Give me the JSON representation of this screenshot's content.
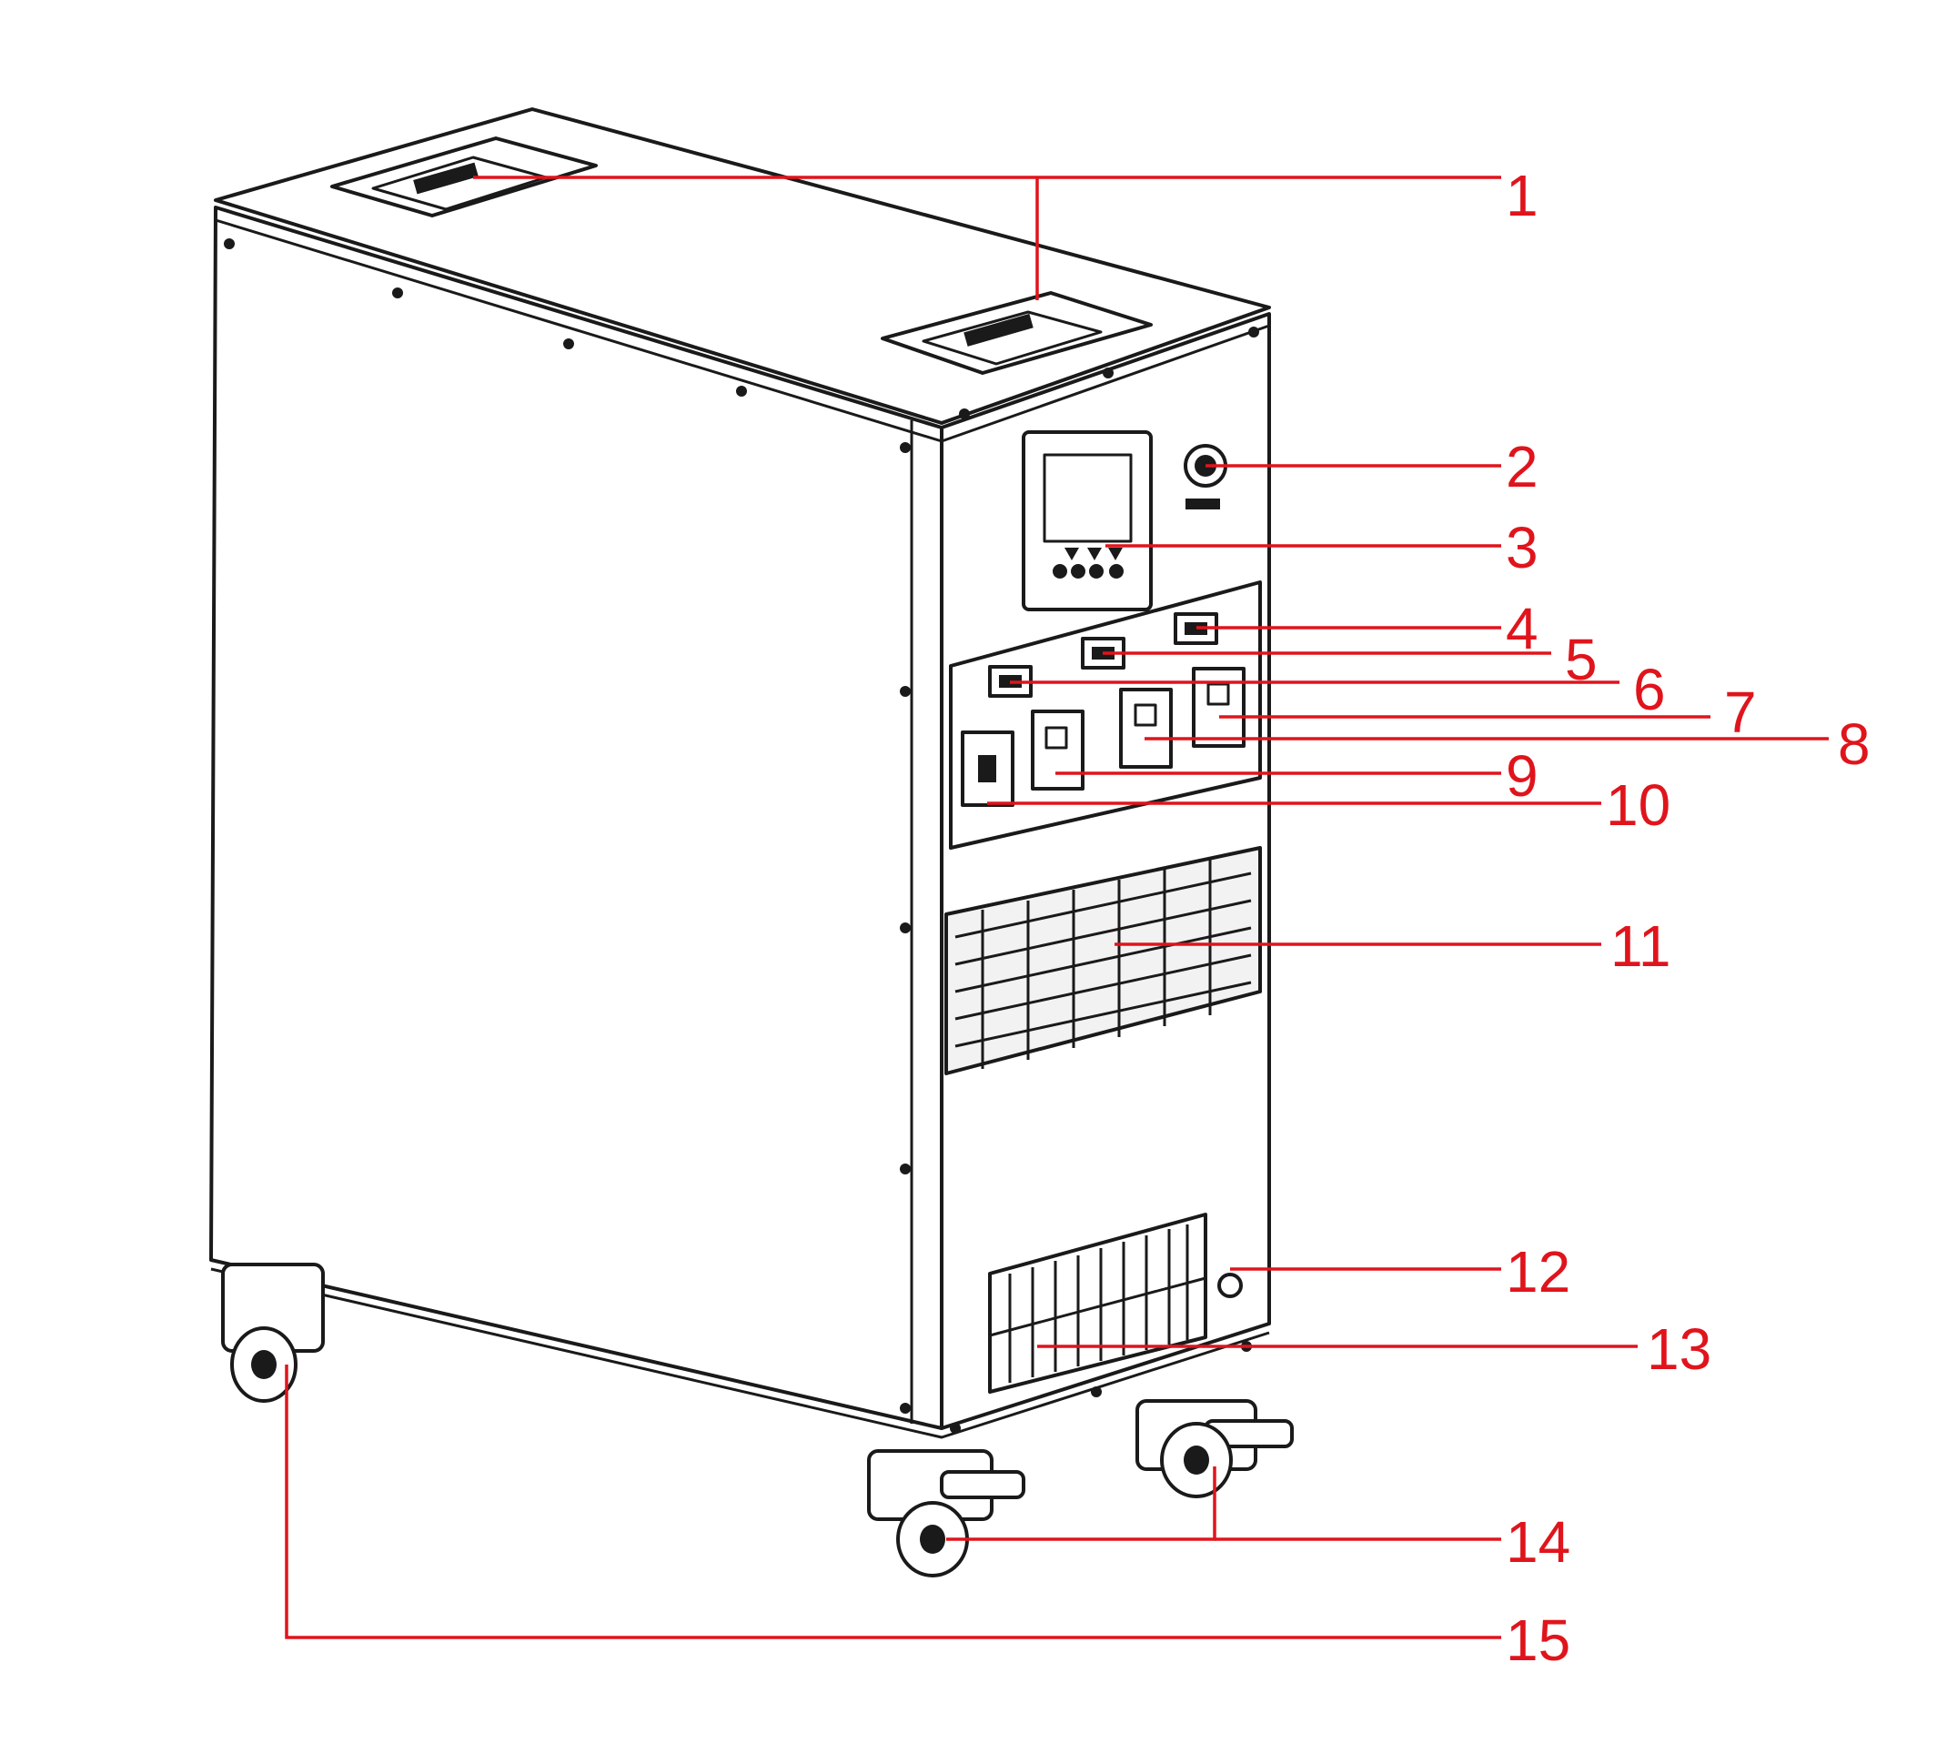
{
  "colors": {
    "callout": "#e0141c",
    "line": "#1a1a1a",
    "background": "#ffffff"
  },
  "callouts": [
    {
      "id": "1",
      "label": "1"
    },
    {
      "id": "2",
      "label": "2"
    },
    {
      "id": "3",
      "label": "3"
    },
    {
      "id": "4",
      "label": "4"
    },
    {
      "id": "5",
      "label": "5"
    },
    {
      "id": "6",
      "label": "6"
    },
    {
      "id": "7",
      "label": "7"
    },
    {
      "id": "8",
      "label": "8"
    },
    {
      "id": "9",
      "label": "9"
    },
    {
      "id": "10",
      "label": "10"
    },
    {
      "id": "11",
      "label": "11"
    },
    {
      "id": "12",
      "label": "12"
    },
    {
      "id": "13",
      "label": "13"
    },
    {
      "id": "14",
      "label": "14"
    },
    {
      "id": "15",
      "label": "15"
    }
  ]
}
